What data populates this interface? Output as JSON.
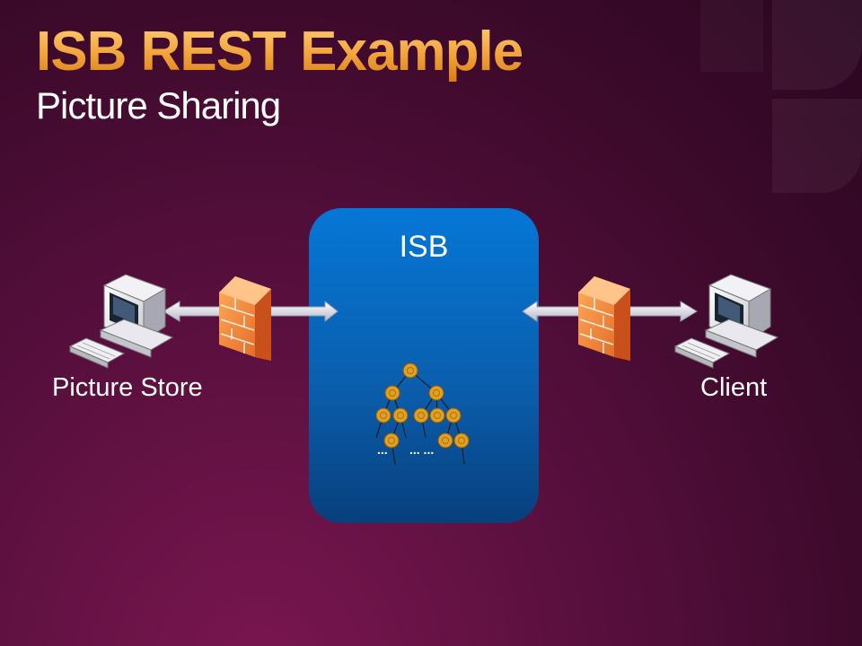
{
  "slide": {
    "title": "ISB REST Example",
    "subtitle": "Picture Sharing"
  },
  "diagram": {
    "hub_label": "ISB",
    "left_node_label": "Picture Store",
    "right_node_label": "Client",
    "tree_ellipsis": [
      "...",
      "... ..."
    ]
  },
  "colors": {
    "title_gold": "#f2a33a",
    "hub_blue": "#0a5fae",
    "tree_node": "#e0a020",
    "firewall": "#f07b2c"
  }
}
